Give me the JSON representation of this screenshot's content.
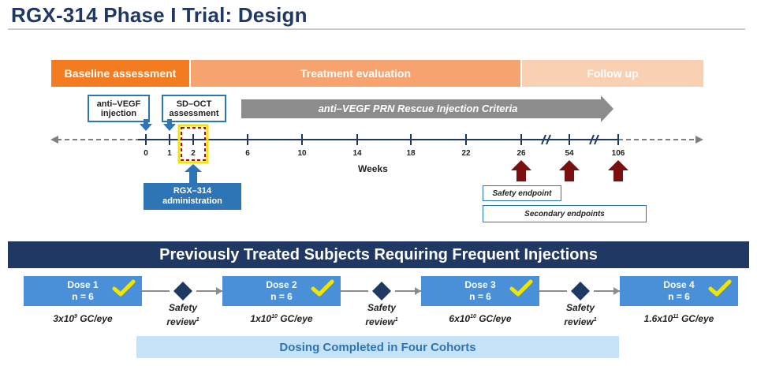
{
  "title": "RGX-314 Phase I Trial: Design",
  "phases": {
    "baseline": "Baseline assessment",
    "treatment": "Treatment evaluation",
    "followup": "Follow up"
  },
  "callouts": {
    "antivegf": "anti–VEGF injection",
    "sdoct": "SD–OCT assessment"
  },
  "rescue_label": "anti–VEGF PRN Rescue Injection Criteria",
  "timeline": {
    "ticks": [
      "0",
      "1",
      "2",
      "6",
      "10",
      "14",
      "18",
      "22",
      "26",
      "54",
      "106"
    ],
    "axis_label": "Weeks"
  },
  "rgx_admin": "RGX–314 administration",
  "endpoints": {
    "safety": "Safety endpoint",
    "secondary": "Secondary endpoints"
  },
  "banner": "Previously Treated Subjects Requiring Frequent Injections",
  "doses": [
    {
      "label": "Dose 1",
      "n": "n = 6",
      "base": "3x10",
      "exp": "9",
      "unit": " GC/eye"
    },
    {
      "label": "Dose 2",
      "n": "n = 6",
      "base": "1x10",
      "exp": "10",
      "unit": " GC/eye"
    },
    {
      "label": "Dose 3",
      "n": "n = 6",
      "base": "6x10",
      "exp": "10",
      "unit": " GC/eye"
    },
    {
      "label": "Dose 4",
      "n": "n = 6",
      "base": "1.6x10",
      "exp": "11",
      "unit": " GC/eye"
    }
  ],
  "safety_review": {
    "line1": "Safety",
    "line2": "review",
    "sup": "1"
  },
  "completed": "Dosing Completed in Four Cohorts",
  "colors": {
    "navy": "#1f3864",
    "blue": "#2e75b6",
    "dose_blue": "#4a90d9",
    "orange": "#f47c20",
    "dark_red": "#7b1010",
    "check_yellow": "#f2e600"
  }
}
